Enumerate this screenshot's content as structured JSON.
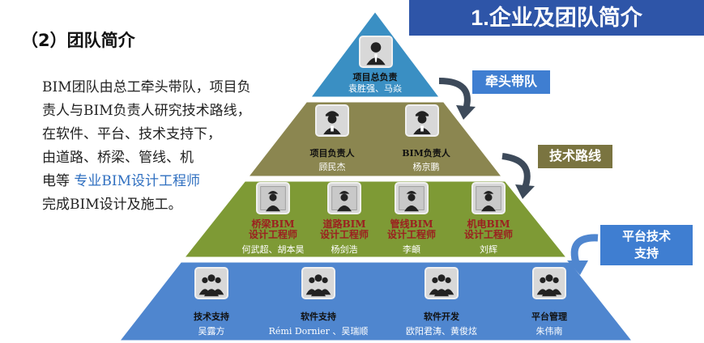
{
  "header": {
    "banner": "1.企业及团队简介",
    "subtitle": "（2）团队简介"
  },
  "description": {
    "line1": "BIM团队由总工牵头带队，项目负",
    "line2": "责人与BIM负责人研究技术路线，",
    "line3": "在软件、平台、技术支持下，",
    "line4": "由道路、桥梁、管线、机",
    "line5a": "电等",
    "line5b": "专业BIM设计工程师",
    "line6": "完成BIM设计及施工。"
  },
  "callouts": {
    "lead": "牵头带队",
    "route": "技术路线",
    "platform_l1": "平台技术",
    "platform_l2": "支持"
  },
  "colors": {
    "banner": "#2e55a8",
    "tier1": "#3a8fc3",
    "tier2": "#8b8650",
    "tier3": "#7e9a35",
    "tier4": "#4f86cf",
    "highlight": "#2f6fc0"
  },
  "pyramid": {
    "tier1": [
      {
        "role": "项目总负责",
        "names": "袁胜强、马焱",
        "icon": "manager-icon"
      }
    ],
    "tier2": [
      {
        "role": "项目负责人",
        "names": "顾民杰",
        "icon": "worker-icon"
      },
      {
        "role": "BIM负责人",
        "names": "杨京鹏",
        "icon": "worker-icon"
      }
    ],
    "tier3": [
      {
        "role_l1": "桥梁BIM",
        "role_l2": "设计工程师",
        "names": "何武超、胡本昊",
        "icon": "engineer-icon"
      },
      {
        "role_l1": "道路BIM",
        "role_l2": "设计工程师",
        "names": "杨剑浩",
        "icon": "engineer-icon"
      },
      {
        "role_l1": "管线BIM",
        "role_l2": "设计工程师",
        "names": "李頔",
        "icon": "engineer-icon"
      },
      {
        "role_l1": "机电BIM",
        "role_l2": "设计工程师",
        "names": "刘辉",
        "icon": "engineer-icon"
      }
    ],
    "tier4": [
      {
        "role": "技术支持",
        "names": "吴露方",
        "icon": "team-icon"
      },
      {
        "role": "软件支持",
        "names": "Rémi Dornier 、吴瑞顺",
        "icon": "team-icon"
      },
      {
        "role": "软件开发",
        "names": "欧阳君涛、黄俊炫",
        "icon": "team-icon"
      },
      {
        "role": "平台管理",
        "names": "朱伟南",
        "icon": "team-icon"
      }
    ]
  }
}
